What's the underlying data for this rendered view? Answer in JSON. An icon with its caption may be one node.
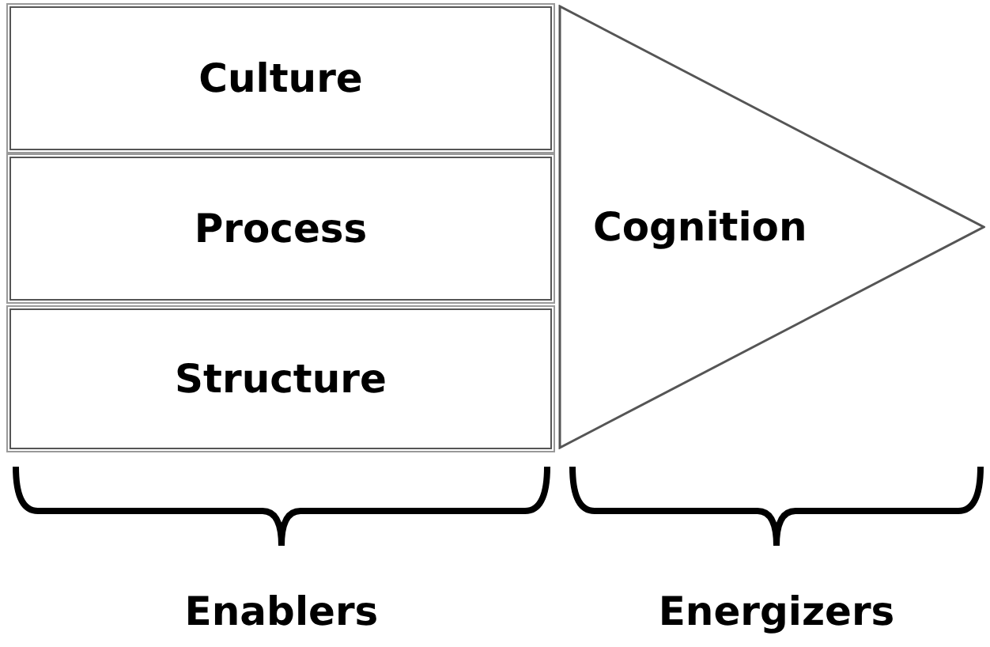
{
  "diagram": {
    "nodes": [
      {
        "text": [
          "Culture"
        ]
      },
      {
        "text": [
          "Process"
        ]
      },
      {
        "text": [
          "Structure"
        ]
      },
      {
        "text": [
          "Cognition"
        ]
      }
    ],
    "labels": [
      "Enablers",
      "Energizers"
    ]
  }
}
